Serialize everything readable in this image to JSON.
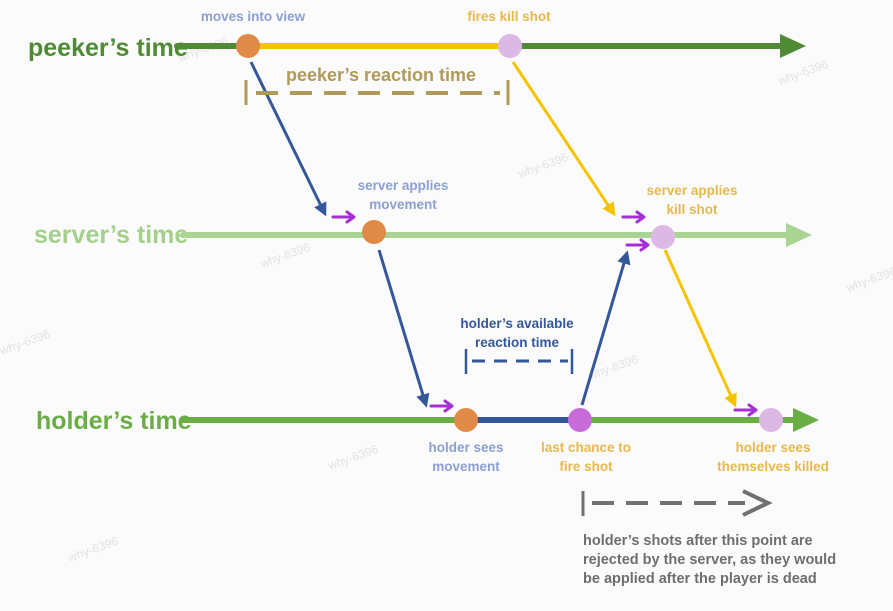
{
  "lanes": {
    "peeker": "peeker’s time",
    "server": "server’s time",
    "holder": "holder’s time"
  },
  "events": {
    "moves_into_view": "moves into view",
    "fires_kill_shot": "fires kill shot",
    "server_applies_movement_1": "server applies",
    "server_applies_movement_2": "movement",
    "server_applies_kill_1": "server applies",
    "server_applies_kill_2": "kill shot",
    "holder_sees_movement_1": "holder sees",
    "holder_sees_movement_2": "movement",
    "last_chance_1": "last chance to",
    "last_chance_2": "fire shot",
    "holder_sees_killed_1": "holder sees",
    "holder_sees_killed_2": "themselves killed"
  },
  "annotations": {
    "peeker_reaction": "peeker’s reaction time",
    "holder_reaction_1": "holder’s available",
    "holder_reaction_2": "reaction time",
    "rejected_1": "holder’s shots after this point are",
    "rejected_2": "rejected by the server, as they would",
    "rejected_3": "be applied after the player is dead"
  },
  "watermark": "why-6396",
  "colors": {
    "peeker_line": "#4f8a35",
    "server_line": "#a9d494",
    "holder_line": "#6aad45",
    "peeker_label": "#4f8a35",
    "server_label": "#a3d08c",
    "holder_label": "#6aad45",
    "yellow": "#f6c300",
    "blue_arrow": "#34579a",
    "orange_dot": "#e08a47",
    "pink_dot": "#dcb8e4",
    "purple_dot": "#c86bd9",
    "purple_tick": "#a52fd4",
    "blue_label": "#8a9fd4",
    "yellow_label": "#e8b84d",
    "tan": "#b09a5a",
    "gray": "#707070"
  }
}
